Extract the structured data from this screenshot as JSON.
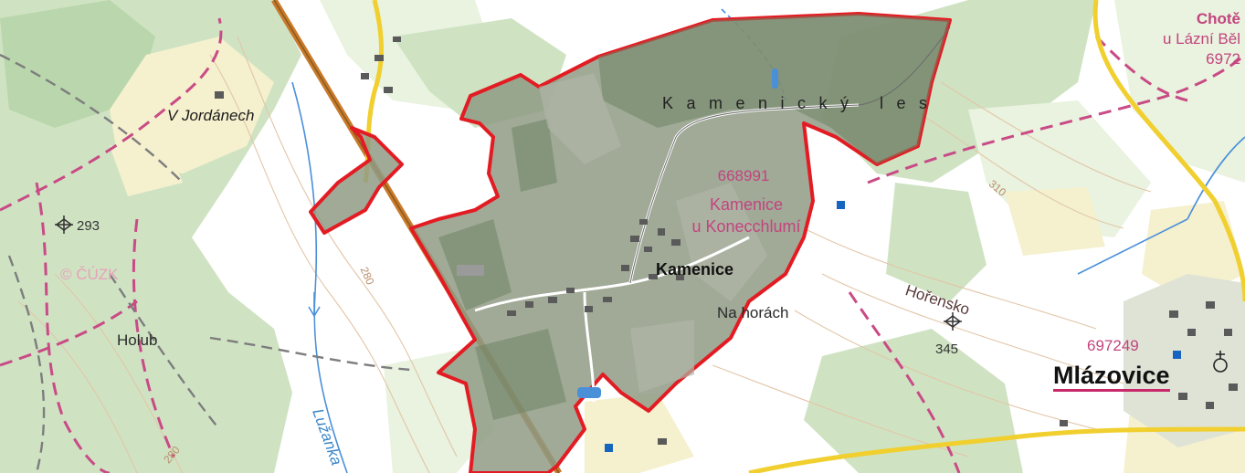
{
  "labels": {
    "v_jordanech": "V Jordánech",
    "kamenicky_les": "Kamenický les",
    "cadastre_code": "668991",
    "cadastre_name_line1": "Kamenice",
    "cadastre_name_line2": "u Konecchlumí",
    "kamenice": "Kamenice",
    "na_horach": "Na horách",
    "holub": "Holub",
    "hill_293": "293",
    "watermark": "© ČÚZK",
    "contour_280_a": "280",
    "contour_280_b": "280",
    "contour_310": "310",
    "luzanka": "Lužanka",
    "horensko": "Hořensko",
    "hill_345": "345",
    "code_697249": "697249",
    "mlazovice": "Mlázovice",
    "edge_line1": "Chotě",
    "edge_line2": "u Lázní Běl",
    "edge_line3": "6972"
  },
  "colors": {
    "forest": "#cfe3c3",
    "forest_dark": "#b9d6ac",
    "meadow": "#e9f3df",
    "field": "#f5f0cd",
    "selection": "#8f9b85",
    "boundary": "#e31b23",
    "railway": "#c97a2a",
    "road": "#f0cf2f",
    "stream": "#4a90d9",
    "district_boundary": "#c94b86"
  }
}
